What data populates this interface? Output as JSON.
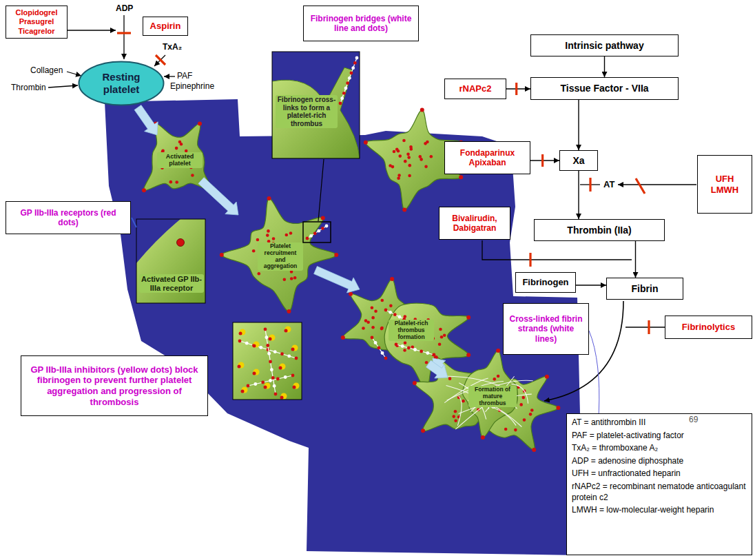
{
  "diagram": {
    "nodes": [
      {
        "text": [
          "Clopidogrel Prasugrel Ticagrelor"
        ]
      },
      {
        "text": [
          "Aspirin"
        ]
      },
      {
        "text": [
          "Resting platelet"
        ]
      },
      {
        "text": [
          "Fibrinogen bridges (white line and dots)"
        ]
      },
      {
        "text": [
          "Intrinsic pathway"
        ]
      },
      {
        "text": [
          "rNAPc2"
        ]
      },
      {
        "text": [
          "Tissue Factor - VIIa"
        ]
      },
      {
        "text": [
          "Fondaparinux Apixaban"
        ]
      },
      {
        "text": [
          "Xa"
        ]
      },
      {
        "text": [
          "UFH LMWH"
        ]
      },
      {
        "text": [
          "GP IIb-IIIa receptors (red dots)"
        ]
      },
      {
        "text": [
          "Bivalirudin, Dabigatran"
        ]
      },
      {
        "text": [
          "Thrombin (IIa)"
        ]
      },
      {
        "text": [
          "Fibrinogen"
        ]
      },
      {
        "text": [
          "Fibrin"
        ]
      },
      {
        "text": [
          "Cross-linked fibrin strands (white lines)"
        ]
      },
      {
        "text": [
          "Fibrinolytics"
        ]
      },
      {
        "text": [
          "GP IIb-IIIa inhibitors (yellow dots) block fibrinogen to prevent further platelet aggregation and progression of thrombosis"
        ]
      },
      {
        "text": [
          "AT = antithrombin III",
          "PAF = platelet-activating factor",
          "TxA₂ = thromboxane A₂",
          "ADP = adenosine diphosphate",
          "UFH = unfractionated heparin",
          "rNAPc2 = recombinant nematode anticoagulant protein c2",
          "LMWH = low-molecular-weight heparin"
        ]
      }
    ],
    "edges": [
      {
        "from": 4,
        "to": 6,
        "arrow": "to"
      },
      {
        "from": 5,
        "to": 6,
        "arrow": "to"
      },
      {
        "from": 6,
        "to": 8,
        "arrow": "to"
      },
      {
        "from": 7,
        "to": 8,
        "arrow": "to"
      },
      {
        "from": 8,
        "to": 12,
        "arrow": "to"
      },
      {
        "from": 12,
        "to": 14,
        "arrow": "to"
      },
      {
        "from": 13,
        "to": 14,
        "arrow": "to"
      }
    ],
    "labels": [
      "ADP",
      "TxA₂",
      "Collagen",
      "Thrombin",
      "PAF",
      "Epinephrine",
      "Activated platelet",
      "Fibrinogen cross-links to form a platelet-rich thrombus",
      "Activated GP IIb-IIIa receptor",
      "Platelet recruitment and aggregation",
      "Platelet-rich thrombus formation",
      "Formation of mature thrombus",
      "AT",
      "69"
    ]
  }
}
